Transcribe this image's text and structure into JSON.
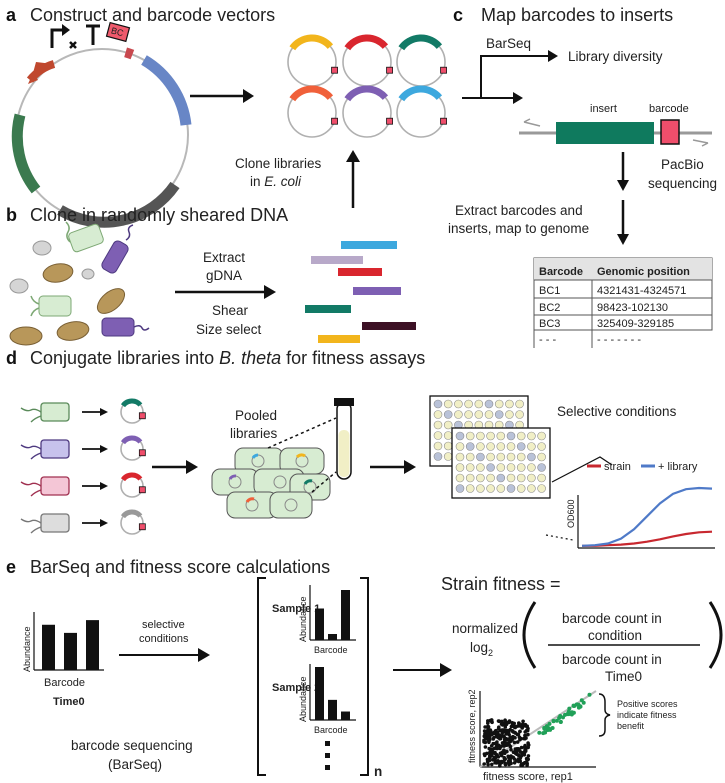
{
  "panels": {
    "a": {
      "letter": "a",
      "title": "Construct and barcode vectors",
      "bc_tag": "BC",
      "clone_caption_1": "Clone libraries",
      "clone_caption_2": "in ",
      "clone_caption_species": "E. coli"
    },
    "b": {
      "letter": "b",
      "title": "Clone in randomly sheared DNA",
      "extract_1": "Extract",
      "extract_2": "gDNA",
      "shear": "Shear",
      "size_select": "Size select"
    },
    "c": {
      "letter": "c",
      "title": "Map barcodes to inserts",
      "barseq": "BarSeq",
      "library_diversity": "Library diversity",
      "insert": "insert",
      "barcode": "barcode",
      "pacbio_1": "PacBio",
      "pacbio_2": "sequencing",
      "extract_1": "Extract barcodes and",
      "extract_2": "inserts, map to genome",
      "table": {
        "headers": [
          "Barcode",
          "Genomic position"
        ],
        "rows": [
          [
            "BC1",
            "4321431-4324571"
          ],
          [
            "BC2",
            "98423-102130"
          ],
          [
            "BC3",
            "325409-329185"
          ],
          [
            "- - -",
            "- - - - - - -"
          ]
        ]
      }
    },
    "d": {
      "letter": "d",
      "title_prefix": "Conjugate libraries into ",
      "title_species": "B. theta",
      "title_suffix": " for fitness assays",
      "pooled_1": "Pooled",
      "pooled_2": "libraries",
      "selective": "Selective conditions",
      "legend_strain": "strain",
      "legend_library": "+ library",
      "ylabel": "OD600"
    },
    "e": {
      "letter": "e",
      "title": "BarSeq and fitness score calculations",
      "abundance": "Abundance",
      "barcode_axis": "Barcode",
      "time0": "Time0",
      "selective_1": "selective",
      "selective_2": "conditions",
      "sample1": "Sample 1",
      "sample2": "Sample 2",
      "matrix_n": "n",
      "barcode_seq_1": "barcode sequencing",
      "barcode_seq_2": "(BarSeq)",
      "strain_fitness": "Strain fitness =",
      "normalized": "normalized",
      "log": "log",
      "log_sub": "2",
      "numerator_1": "barcode count in",
      "numerator_2": "condition",
      "denominator_1": "barcode count in",
      "denominator_2": "Time0",
      "positive_1": "Positive scores",
      "positive_2": "indicate fitness",
      "positive_3": "benefit",
      "scatter_xlabel": "fitness score, rep1",
      "scatter_ylabel": "fitness score, rep2"
    }
  },
  "colors": {
    "yellow": "#f2b51c",
    "red": "#d9262e",
    "teal": "#127a66",
    "orange": "#f0603a",
    "purple": "#7e5fb3",
    "sky": "#3da8de",
    "blue": "#6886c6",
    "green": "#3b7a4f",
    "gray_dark": "#555555",
    "pink": "#e8547a",
    "brick": "#c0482e",
    "lilac": "#b8a9c9",
    "maroon": "#3d1125",
    "insert_green": "#0f7a5e",
    "barcode_pink": "#ef4e6b",
    "cell_green": "#d7ecd2",
    "cell_tan": "#b8975a",
    "curve_red": "#c8282f",
    "curve_blue": "#4f7ac8",
    "scatter_green": "#21a058"
  },
  "chart_data": [
    {
      "type": "line",
      "title": "",
      "xlabel": "",
      "ylabel": "OD600",
      "x": [
        0,
        1,
        2,
        3,
        4,
        5,
        6,
        7,
        8,
        9,
        10
      ],
      "series": [
        {
          "name": "strain",
          "values": [
            0.02,
            0.02,
            0.03,
            0.04,
            0.06,
            0.09,
            0.13,
            0.18,
            0.22,
            0.25,
            0.26
          ]
        },
        {
          "name": "+ library",
          "values": [
            0.02,
            0.03,
            0.06,
            0.14,
            0.3,
            0.52,
            0.74,
            0.9,
            0.98,
            1.0,
            0.99
          ]
        }
      ]
    },
    {
      "type": "bar",
      "name": "Time0",
      "xlabel": "Barcode",
      "ylabel": "Abundance",
      "values": [
        0.78,
        0.64,
        0.86
      ]
    },
    {
      "type": "bar",
      "name": "Sample 1",
      "xlabel": "Barcode",
      "ylabel": "Abundance",
      "values": [
        0.63,
        0.12,
        1.0
      ]
    },
    {
      "type": "bar",
      "name": "Sample 2",
      "xlabel": "Barcode",
      "ylabel": "Abundance",
      "values": [
        1.0,
        0.38,
        0.16
      ]
    },
    {
      "type": "scatter",
      "xlabel": "fitness score, rep1",
      "ylabel": "fitness score, rep2",
      "diagonal": true
    }
  ]
}
